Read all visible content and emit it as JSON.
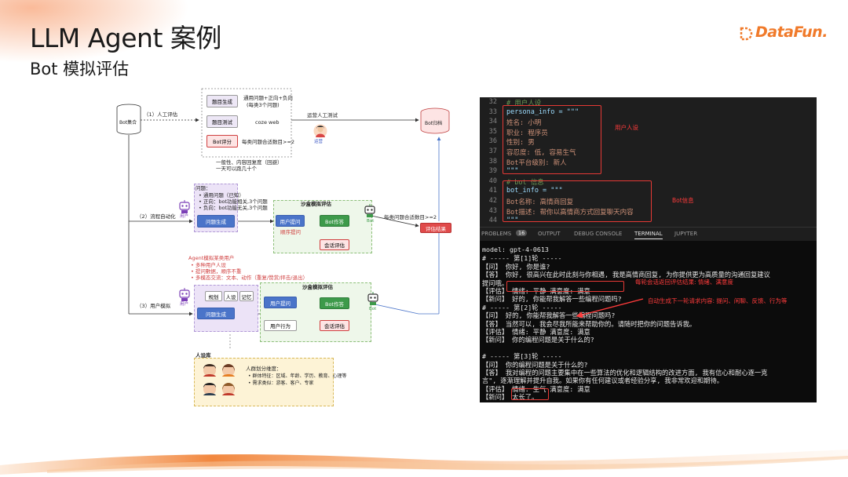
{
  "slide": {
    "title": "LLM Agent 案例",
    "subtitle": "Bot 模拟评估",
    "logo": "DataFun."
  },
  "diagram": {
    "bot_set": "Bot集合",
    "manual_eval_label": "（1）人工评估",
    "manual_steps": [
      "题目生成",
      "题目测试",
      "Bot评分"
    ],
    "manual_notes": [
      "通用问题+正向+负向",
      "(每类3个问题)",
      "coze web",
      "每类问题合适数目>=2"
    ],
    "manual_summary": [
      "一般性、内容回复度（回避）",
      "一天可以跑几十个"
    ],
    "dispatch_label": "运营人工测试",
    "operator": "运营",
    "bot_archive": "Bot归档",
    "auto_label": "（2）流程自动化",
    "auto_user": "用户",
    "problem_title": "问题：",
    "problem_items": [
      "• 通用问题（已知）",
      "• 正向：bot功能相关,3个问题",
      "• 负向：bot功能无关,3个问题"
    ],
    "question_gen": "问题生成",
    "sandbox_label": "沙盒模拟评估",
    "user_ask": "用户提问",
    "bot_answer": "Bot作答",
    "order_ask": "顺序提问",
    "chat_eval": "会话评估",
    "bot_label": "Bot",
    "auto_result_note": "每类问题合适数目>=2",
    "eval_result": "评估结果",
    "agent_title": "Agent模拟某类用户",
    "agent_items": [
      "• 多种用户人设",
      "• 提问數据，顺序不重",
      "• 多模态交流：文本、动作（重复/赞赏/抨击/退出）"
    ],
    "sim_label": "（3）用户模拟",
    "sim_user": "用户",
    "persona_tags": [
      "规划",
      "人设",
      "记忆"
    ],
    "sim_sandbox_label": "沙盒模拟评估",
    "user_behavior": "用户行为",
    "persona_title": "人设库",
    "crowd_title": "人群划分维度：",
    "crowd_items": [
      "• 群体特征：区域、年龄、学历、教育、心理等",
      "• 需求类似：游客、客户、专家"
    ]
  },
  "editor": {
    "lines": [
      {
        "num": "32",
        "text": "#  用户人设"
      },
      {
        "num": "33",
        "text": "persona_info = \"\"\""
      },
      {
        "num": "34",
        "text": "姓名: 小明"
      },
      {
        "num": "35",
        "text": "职业: 程序员"
      },
      {
        "num": "36",
        "text": "性别: 男"
      },
      {
        "num": "37",
        "text": "容忍度: 低, 容易生气"
      },
      {
        "num": "38",
        "text": "Bot平台级别: 新人"
      },
      {
        "num": "39",
        "text": "\"\"\""
      },
      {
        "num": "40",
        "text": "#  bot 信息"
      },
      {
        "num": "41",
        "text": "bot_info = \"\"\""
      },
      {
        "num": "42",
        "text": "Bot名称: 高情商回复"
      },
      {
        "num": "43",
        "text": "Bot描述: 帮你以高情商方式回复聊天内容"
      },
      {
        "num": "44",
        "text": "\"\"\""
      }
    ],
    "persona_note": "用户人设",
    "bot_note": "Bot信息"
  },
  "panel_tabs": {
    "problems": "PROBLEMS",
    "problems_count": "16",
    "output": "OUTPUT",
    "debug": "DEBUG CONSOLE",
    "terminal": "TERMINAL",
    "jupyter": "JUPYTER"
  },
  "terminal": {
    "lines": [
      "model: gpt-4-0613",
      "# ----- 第[1]轮 -----",
      "【问】 你好, 你是谁?",
      "【答】 你好, 很高兴在此时此刻与你相遇, 我是高情商回复, 为你提供更为高质量的沟通回复建议",
      "提问哦。",
      "【评估】 情绪: 平静      满意度: 满意",
      "【新问】 好的, 你能帮我解答一些编程问题吗?",
      "# ----- 第[2]轮 -----",
      "【问】 好的, 你能帮我解答一些编程问题吗?",
      "【答】 当然可以, 我会尽我所能来帮助你的。请随时把你的问题告诉我。",
      "【评估】 情绪: 平静      满意度: 满意",
      "【新问】 你的编程问题是关于什么的?",
      "",
      "# ----- 第[3]轮 -----",
      "【问】 你的编程问题是关于什么的?",
      "【答】 我对编程的问题主要集中在一些算法的优化和逻辑结构的改进方面, 我有信心和耐心逐一克",
      "言\", 逐渐理解并提升自我。如果你有任何建议或者经验分享, 我非常欢迎和期待。",
      "【评估】 情绪: 生气      满意度: 满意",
      "【新问】 太长了。"
    ],
    "eval_note": "每轮会话返回评估结果: 情绪、满意度",
    "next_note": "自动生成下一轮请求内容: 提问、闲聊、反馈、行为等"
  }
}
